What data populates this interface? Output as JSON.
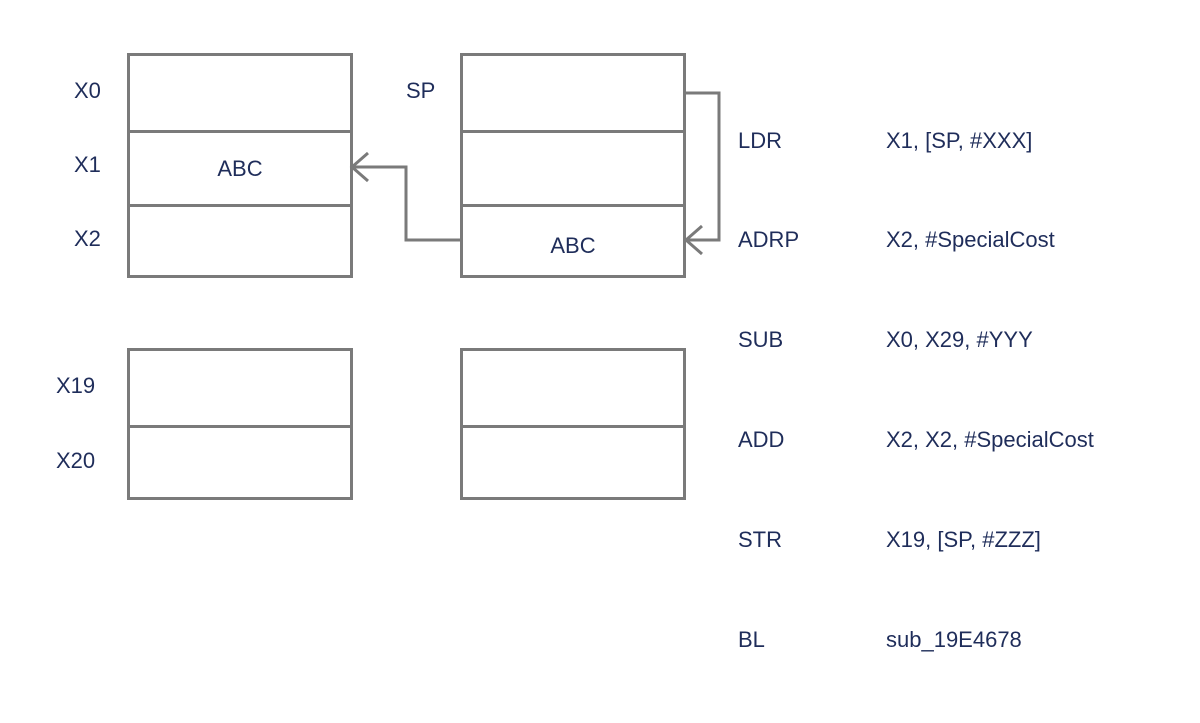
{
  "registers": {
    "upper": [
      {
        "name": "X0",
        "value": ""
      },
      {
        "name": "X1",
        "value": "ABC"
      },
      {
        "name": "X2",
        "value": ""
      }
    ],
    "lower": [
      {
        "name": "X19",
        "value": ""
      },
      {
        "name": "X20",
        "value": ""
      }
    ]
  },
  "stack": {
    "label": "SP",
    "upper": [
      "",
      "",
      "ABC"
    ],
    "lower": [
      "",
      ""
    ]
  },
  "code": {
    "ops": [
      "LDR",
      "ADRP",
      "SUB",
      "ADD",
      "STR",
      "BL"
    ],
    "args": [
      "X1, [SP, #XXX]",
      "X2, #SpecialCost",
      "X0, X29, #YYY",
      "X2, X2, #SpecialCost",
      "X19, [SP, #ZZZ]",
      "sub_19E4678"
    ]
  },
  "colors": {
    "box_stroke": "#7a7a7a",
    "text": "#1f2d5a"
  }
}
